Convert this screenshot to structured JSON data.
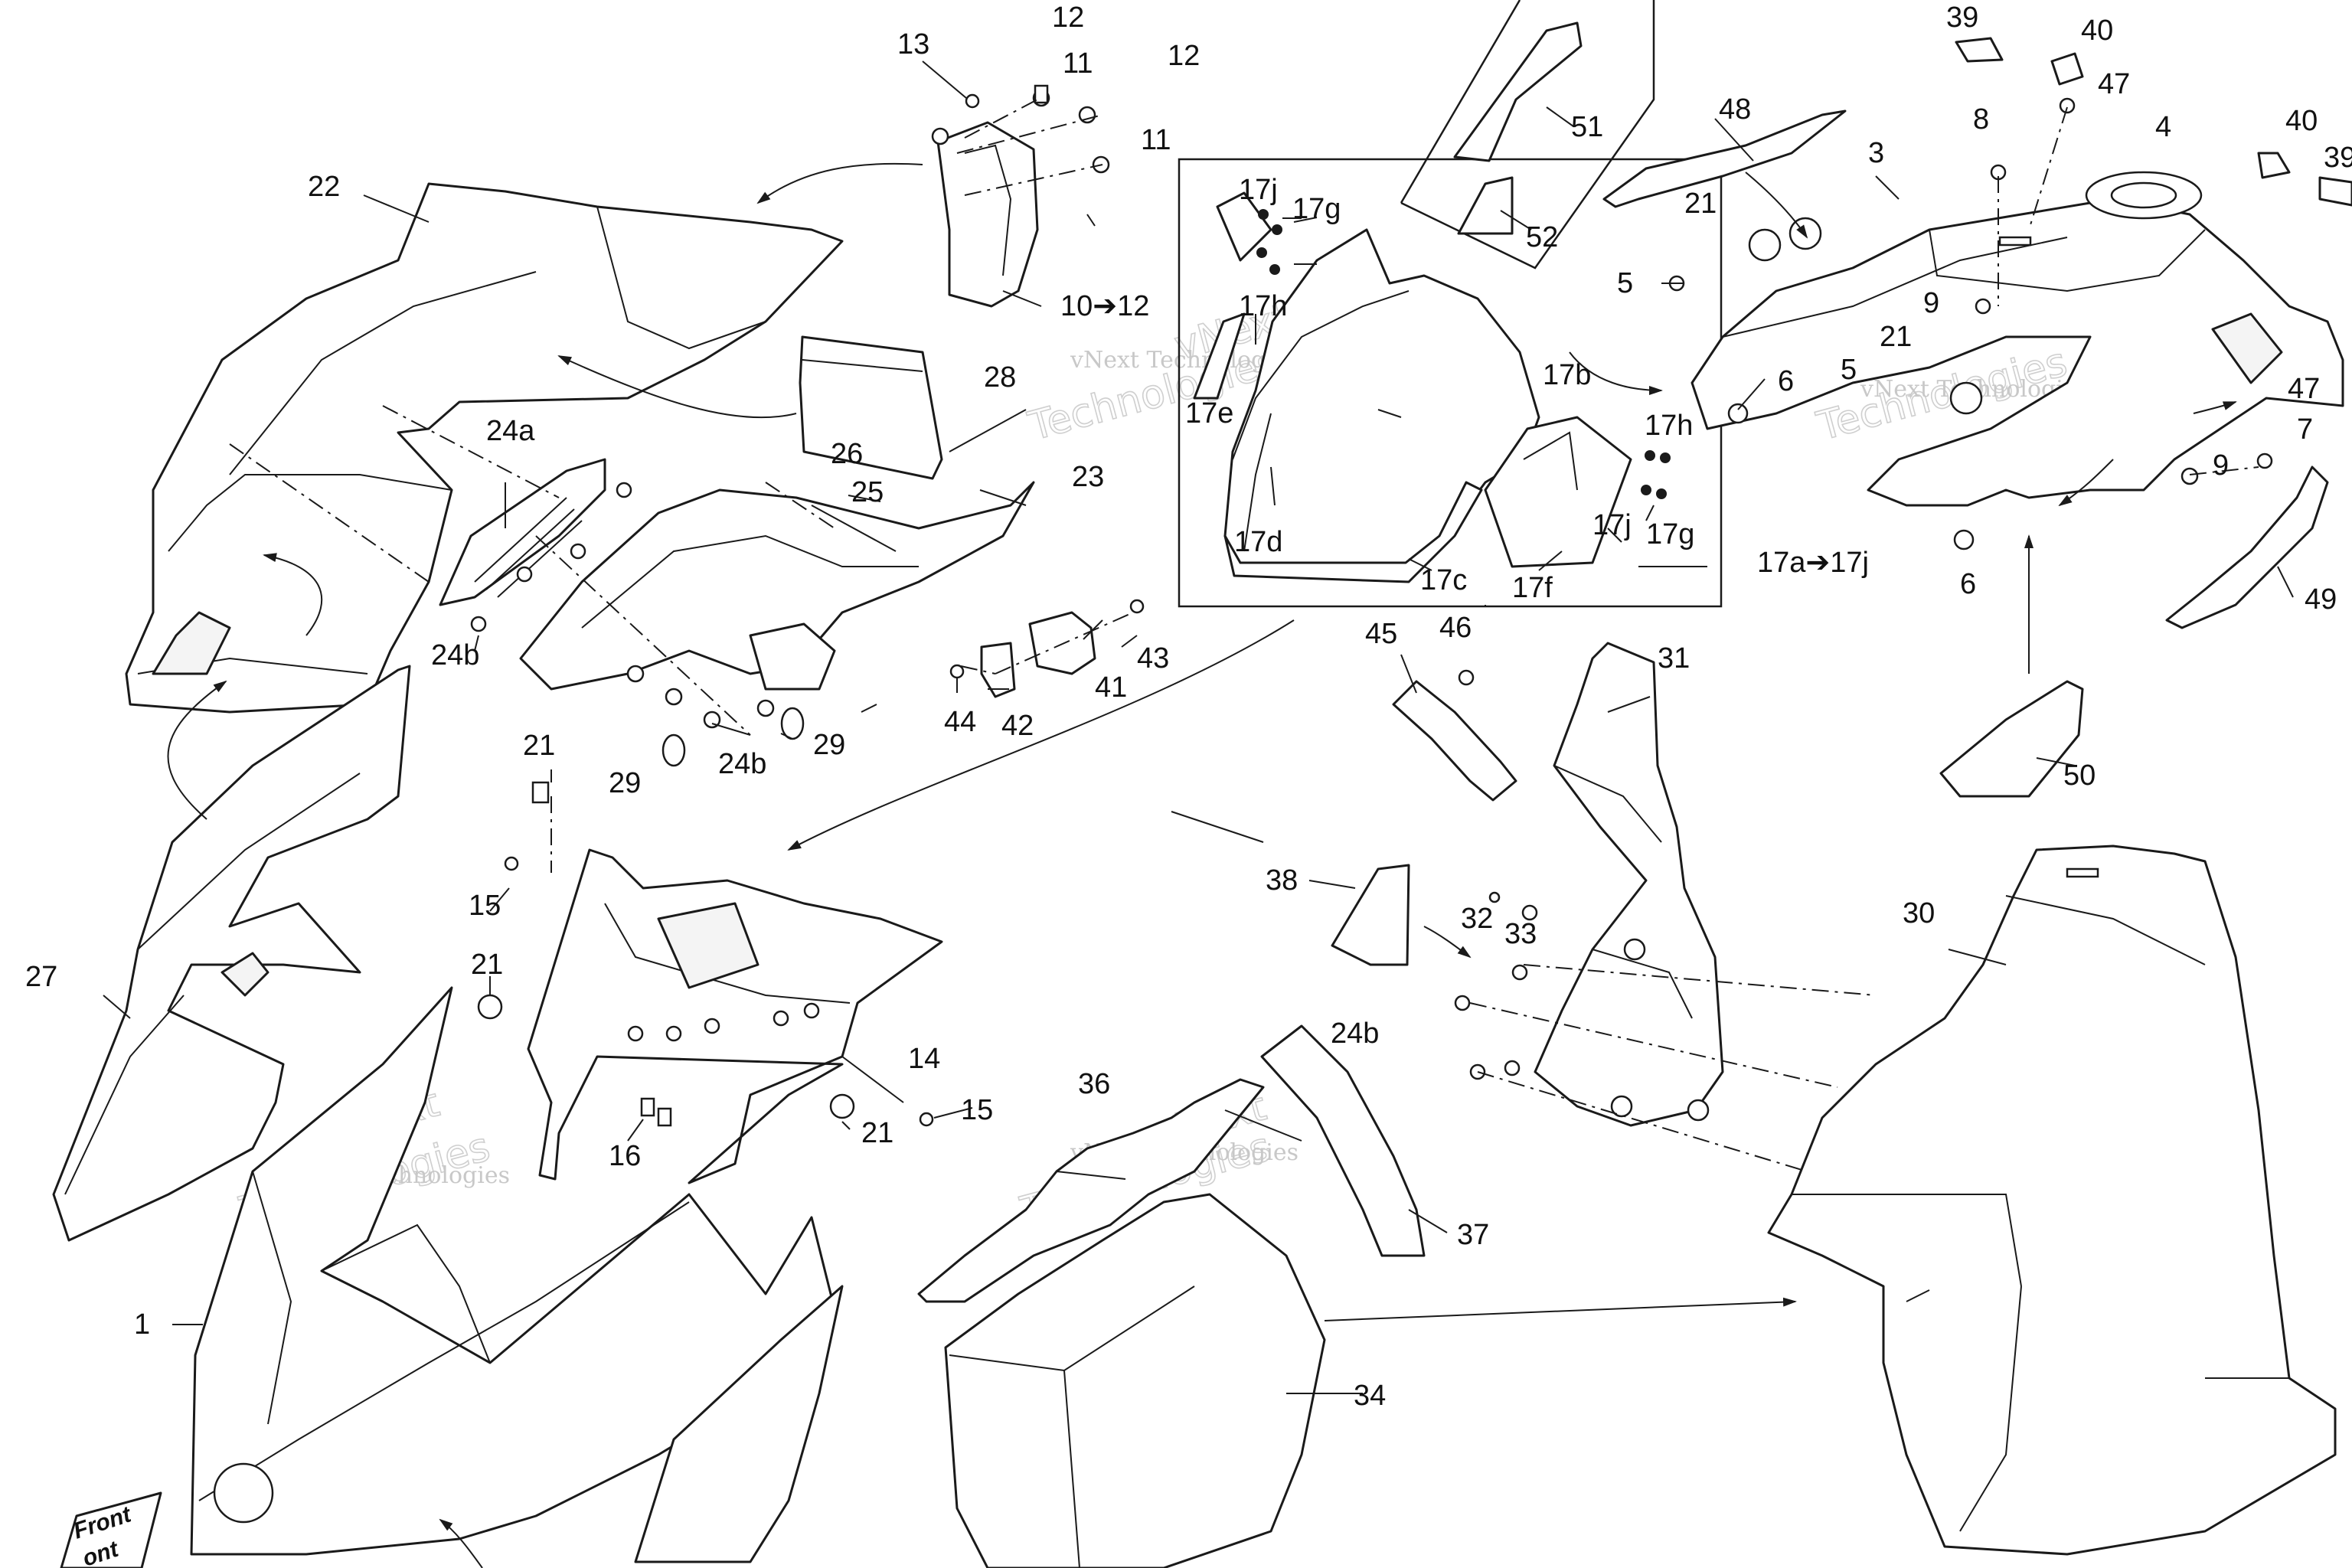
{
  "callouts": [
    {
      "id": "c1",
      "text": "1"
    },
    {
      "id": "c3",
      "text": "3"
    },
    {
      "id": "c4",
      "text": "4"
    },
    {
      "id": "c5a",
      "text": "5"
    },
    {
      "id": "c5b",
      "text": "5"
    },
    {
      "id": "c6a",
      "text": "6"
    },
    {
      "id": "c6b",
      "text": "6"
    },
    {
      "id": "c7",
      "text": "7"
    },
    {
      "id": "c8",
      "text": "8"
    },
    {
      "id": "c9a",
      "text": "9"
    },
    {
      "id": "c9b",
      "text": "9"
    },
    {
      "id": "c10",
      "text": "10➔12"
    },
    {
      "id": "c11a",
      "text": "11"
    },
    {
      "id": "c11b",
      "text": "11"
    },
    {
      "id": "c12a",
      "text": "12"
    },
    {
      "id": "c12b",
      "text": "12"
    },
    {
      "id": "c13",
      "text": "13"
    },
    {
      "id": "c14",
      "text": "14"
    },
    {
      "id": "c15a",
      "text": "15"
    },
    {
      "id": "c15b",
      "text": "15"
    },
    {
      "id": "c16",
      "text": "16"
    },
    {
      "id": "c17a",
      "text": "17a➔17j"
    },
    {
      "id": "c17b",
      "text": "17b"
    },
    {
      "id": "c17c",
      "text": "17c"
    },
    {
      "id": "c17d",
      "text": "17d"
    },
    {
      "id": "c17e",
      "text": "17e"
    },
    {
      "id": "c17f",
      "text": "17f"
    },
    {
      "id": "c17g1",
      "text": "17g"
    },
    {
      "id": "c17g2",
      "text": "17g"
    },
    {
      "id": "c17h1",
      "text": "17h"
    },
    {
      "id": "c17h2",
      "text": "17h"
    },
    {
      "id": "c17j1",
      "text": "17j"
    },
    {
      "id": "c17j2",
      "text": "17j"
    },
    {
      "id": "c21a",
      "text": "21"
    },
    {
      "id": "c21b",
      "text": "21"
    },
    {
      "id": "c21c",
      "text": "21"
    },
    {
      "id": "c21d",
      "text": "21"
    },
    {
      "id": "c21e",
      "text": "21"
    },
    {
      "id": "c22",
      "text": "22"
    },
    {
      "id": "c23",
      "text": "23"
    },
    {
      "id": "c24a",
      "text": "24a"
    },
    {
      "id": "c24b1",
      "text": "24b"
    },
    {
      "id": "c24b2",
      "text": "24b"
    },
    {
      "id": "c24b3",
      "text": "24b"
    },
    {
      "id": "c25",
      "text": "25"
    },
    {
      "id": "c26",
      "text": "26"
    },
    {
      "id": "c27",
      "text": "27"
    },
    {
      "id": "c28",
      "text": "28"
    },
    {
      "id": "c29a",
      "text": "29"
    },
    {
      "id": "c29b",
      "text": "29"
    },
    {
      "id": "c30",
      "text": "30"
    },
    {
      "id": "c31",
      "text": "31"
    },
    {
      "id": "c32",
      "text": "32"
    },
    {
      "id": "c33",
      "text": "33"
    },
    {
      "id": "c34",
      "text": "34"
    },
    {
      "id": "c36",
      "text": "36"
    },
    {
      "id": "c37",
      "text": "37"
    },
    {
      "id": "c38",
      "text": "38"
    },
    {
      "id": "c39a",
      "text": "39"
    },
    {
      "id": "c39b",
      "text": "39"
    },
    {
      "id": "c40a",
      "text": "40"
    },
    {
      "id": "c40b",
      "text": "40"
    },
    {
      "id": "c41",
      "text": "41"
    },
    {
      "id": "c42",
      "text": "42"
    },
    {
      "id": "c43",
      "text": "43"
    },
    {
      "id": "c44",
      "text": "44"
    },
    {
      "id": "c45",
      "text": "45"
    },
    {
      "id": "c46",
      "text": "46"
    },
    {
      "id": "c47a",
      "text": "47"
    },
    {
      "id": "c47b",
      "text": "47"
    },
    {
      "id": "c48",
      "text": "48"
    },
    {
      "id": "c49",
      "text": "49"
    },
    {
      "id": "c50",
      "text": "50"
    },
    {
      "id": "c51",
      "text": "51"
    },
    {
      "id": "c52",
      "text": "52"
    }
  ],
  "front_badge": {
    "line1": "Front",
    "line2": "ont"
  },
  "watermark": {
    "small": "vNext Technologies",
    "big1": "vNext",
    "big2": "Technologies"
  },
  "colors": {
    "ink": "#1a1a1a",
    "paper": "#ffffff",
    "watermark": "#c8c8c8"
  }
}
